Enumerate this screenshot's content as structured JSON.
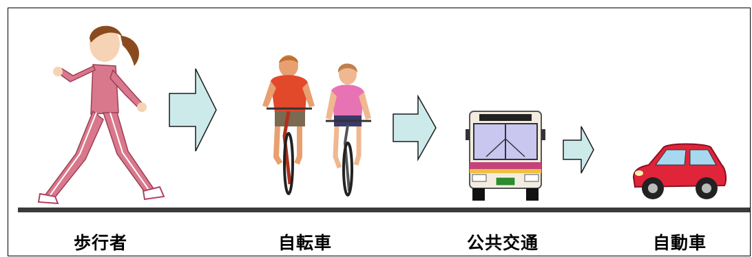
{
  "colors": {
    "arrow_fill": "#cdeaea",
    "arrow_stroke": "#1a1a1a",
    "ground": "#3a3a3a",
    "border": "#000000"
  },
  "stages": [
    {
      "label": "歩行者",
      "icon": "walking-woman-icon"
    },
    {
      "label": "自転車",
      "icon": "cyclists-icon"
    },
    {
      "label": "公共交通",
      "icon": "bus-icon"
    },
    {
      "label": "自動車",
      "icon": "car-icon"
    }
  ]
}
